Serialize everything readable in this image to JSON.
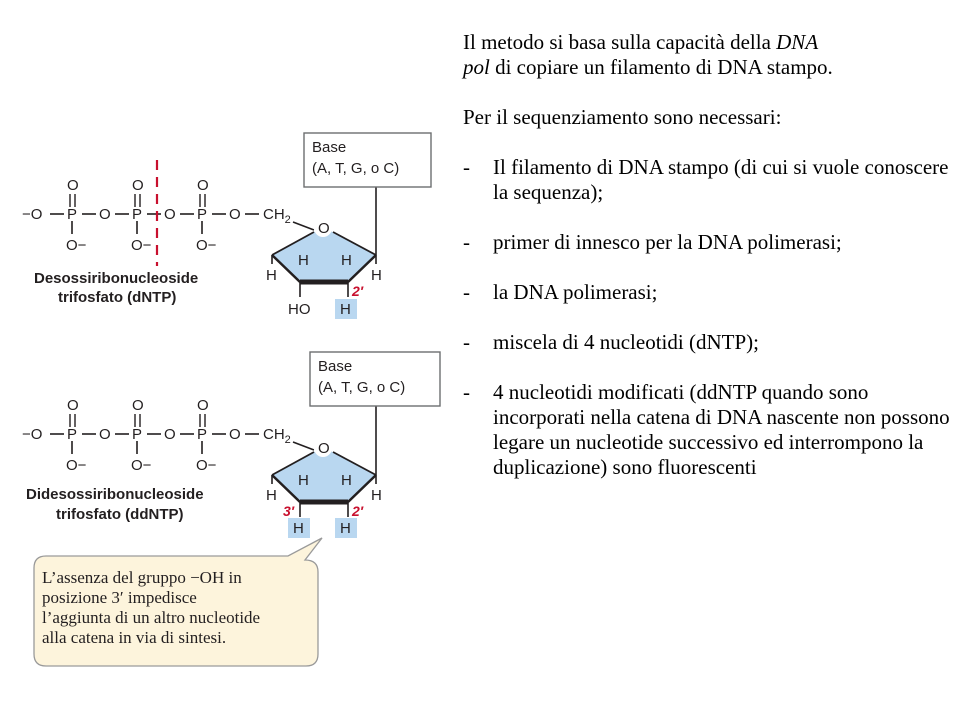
{
  "figure": {
    "colors": {
      "ring_fill": "#b9d7f0",
      "ring_stroke": "#1b1b1b",
      "highlight": "#b9d7f0",
      "red_dash": "#c8102e",
      "red_label": "#c8102e",
      "callout_fill": "#fdf4dc",
      "callout_stroke": "#9a9a9a",
      "box_stroke": "#6d6e70"
    },
    "dntp": {
      "phosphate_chain": {
        "o_minus_left": "−O",
        "p": "P",
        "o": "O",
        "o_minus": "O−",
        "ch2": "CH",
        "ch2_sub": "2"
      },
      "ring_o": "O",
      "ring_h": "H",
      "base_box": {
        "title": "Base",
        "subtitle": "(A, T, G, o C)"
      },
      "label_line1": "Desossiribonucleoside",
      "label_line2": "trifosfato (dNTP)",
      "prime2": "2′",
      "ho": "HO",
      "h2": "H"
    },
    "ddntp": {
      "base_box": {
        "title": "Base",
        "subtitle": "(A, T, G, o C)"
      },
      "label_line1": "Didesossiribonucleoside",
      "label_line2": "trifosfato (ddNTP)",
      "prime3": "3′",
      "prime2": "2′",
      "h3": "H",
      "h2": "H"
    },
    "callout": {
      "lines": [
        "L’assenza del gruppo −OH in",
        "posizione 3′ impedisce",
        "l’aggiunta di un altro nucleotide",
        "alla catena in via di sintesi."
      ]
    }
  },
  "text": {
    "intro_a": "Il metodo si basa sulla capacità della ",
    "intro_dna": "DNA",
    "intro_pol": "pol",
    "intro_b": " di copiare un filamento di DNA stampo.",
    "requirements_heading": "Per il sequenziamento sono necessari:",
    "bullet": "-",
    "items": [
      "Il filamento di DNA stampo (di cui si vuole conoscere la sequenza);",
      "primer di innesco per la DNA polimerasi;",
      "la DNA polimerasi;",
      "miscela di 4 nucleotidi (dNTP);",
      "4 nucleotidi modificati (ddNTP quando sono incorporati nella catena di DNA nascente non possono legare un nucleotide successivo ed interrompono la duplicazione) sono fluorescenti"
    ]
  }
}
